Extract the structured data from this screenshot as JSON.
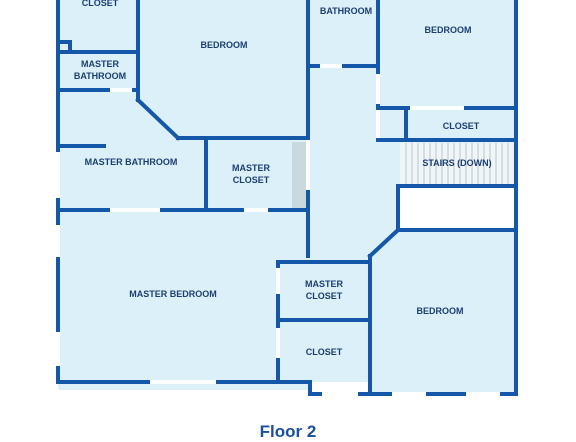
{
  "plan": {
    "floor_title": "Floor 2",
    "colors": {
      "wall": "#1558a9",
      "room_fill": "#dcf0fa",
      "window": "#ffffff",
      "stairs": "#f0f6f8",
      "label": "#1b3f73"
    },
    "rooms": [
      {
        "id": "closet-top-left",
        "label": "CLOSET"
      },
      {
        "id": "bedroom-top-center",
        "label": "BEDROOM"
      },
      {
        "id": "bathroom-top",
        "label": "BATHROOM"
      },
      {
        "id": "bedroom-top-right",
        "label": "BEDROOM"
      },
      {
        "id": "master-bathroom-small",
        "label": "MASTER\nBATHROOM"
      },
      {
        "id": "closet-right",
        "label": "CLOSET"
      },
      {
        "id": "master-bathroom",
        "label": "MASTER BATHROOM"
      },
      {
        "id": "master-closet-center",
        "label": "MASTER\nCLOSET"
      },
      {
        "id": "stairs",
        "label": "STAIRS (DOWN)"
      },
      {
        "id": "master-bedroom",
        "label": "MASTER BEDROOM"
      },
      {
        "id": "master-closet-lower",
        "label": "MASTER\nCLOSET"
      },
      {
        "id": "bedroom-lower-right",
        "label": "BEDROOM"
      },
      {
        "id": "closet-bottom",
        "label": "CLOSET"
      }
    ]
  }
}
